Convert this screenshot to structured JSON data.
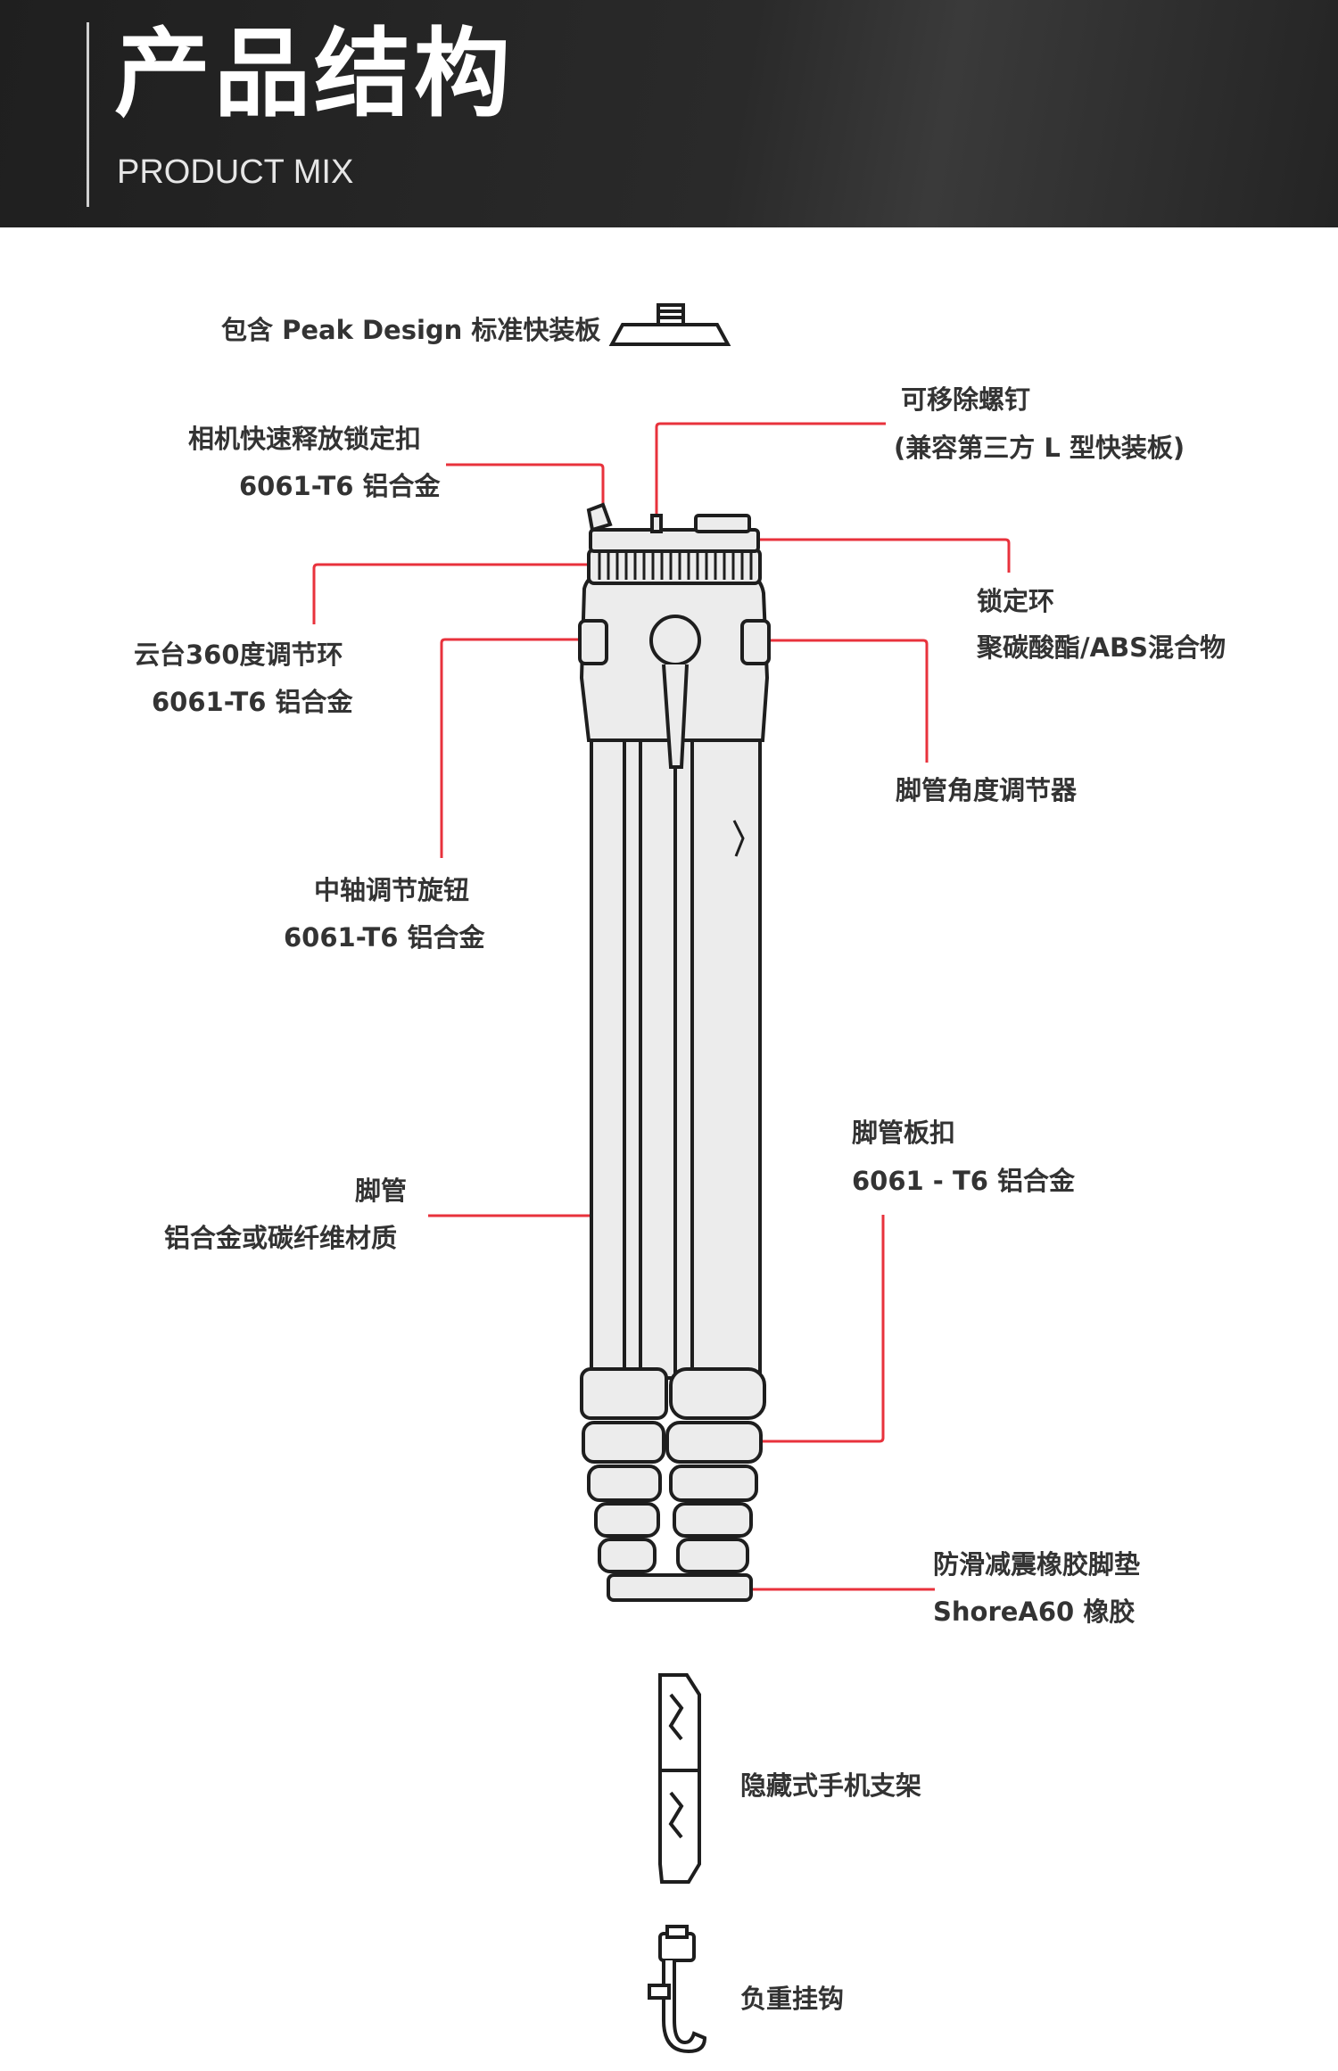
{
  "header": {
    "title": "产品结构",
    "subtitle": "PRODUCT MIX"
  },
  "labels": {
    "quick_plate": "包含 Peak Design 标准快装板",
    "screw_title": "可移除螺钉",
    "screw_sub": "(兼容第三方 L 型快装板)",
    "camera_lock_title": "相机快速释放锁定扣",
    "camera_lock_sub": "6061-T6 铝合金",
    "lock_ring_title": "锁定环",
    "lock_ring_sub": "聚碳酸酯/ABS混合物",
    "pan_ring_title": "云台360度调节环",
    "pan_ring_sub": "6061-T6 铝合金",
    "leg_angle_title": "脚管角度调节器",
    "center_knob_title": "中轴调节旋钮",
    "center_knob_sub": "6061-T6 铝合金",
    "leg_lock_title": "脚管板扣",
    "leg_lock_sub": "6061 - T6 铝合金",
    "leg_title": "脚管",
    "leg_sub": "铝合金或碳纤维材质",
    "feet_title": "防滑减震橡胶脚垫",
    "feet_sub": "ShoreA60 橡胶",
    "phone_mount": "隐藏式手机支架",
    "hook": "负重挂钩"
  },
  "colors": {
    "leader_line": "#e8323c",
    "outline": "#1e1e1e",
    "body_fill": "#e8e8e8"
  }
}
